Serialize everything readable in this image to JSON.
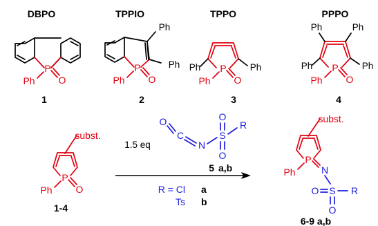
{
  "compounds": [
    {
      "abbr": "DBPO",
      "number": "1",
      "substituent": "Ph",
      "atom_p": "P",
      "atom_o": "O"
    },
    {
      "abbr": "TPPIO",
      "number": "2",
      "substituent": "Ph",
      "ring_sub_1": "Ph",
      "ring_sub_2": "Ph",
      "atom_p": "P",
      "atom_o": "O"
    },
    {
      "abbr": "TPPO",
      "number": "3",
      "substituent": "Ph",
      "ring_sub_1": "Ph",
      "ring_sub_2": "Ph",
      "atom_p": "P",
      "atom_o": "O"
    },
    {
      "abbr": "PPPO",
      "number": "4",
      "substituent": "Ph",
      "ring_sub_1": "Ph",
      "ring_sub_2": "Ph",
      "ring_sub_3": "Ph",
      "ring_sub_4": "Ph",
      "atom_p": "P",
      "atom_o": "O"
    }
  ],
  "reaction": {
    "reactant": {
      "subst": "subst.",
      "ph": "Ph",
      "atom_p": "P",
      "atom_o": "O",
      "label": "1-4"
    },
    "equivalents": "1.5 eq",
    "reagent": {
      "o": "O",
      "c": "C",
      "n": "N",
      "s": "S",
      "o2": "O",
      "r": "R",
      "label_num": "5",
      "label_letters": "a,b"
    },
    "conditions": {
      "line1_lhs": "R = Cl",
      "line1_rhs": "a",
      "line2_lhs": "Ts",
      "line2_rhs": "b"
    },
    "product": {
      "subst": "subst.",
      "ph": "Ph",
      "atom_p": "P",
      "atom_n": "N",
      "o_left": "O",
      "s": "S",
      "r": "R",
      "o_bottom": "O",
      "label": "6-9 a,b"
    }
  },
  "colors": {
    "phosphole": "#e1000f",
    "reagent": "#1c1cdc",
    "text": "#000000"
  }
}
